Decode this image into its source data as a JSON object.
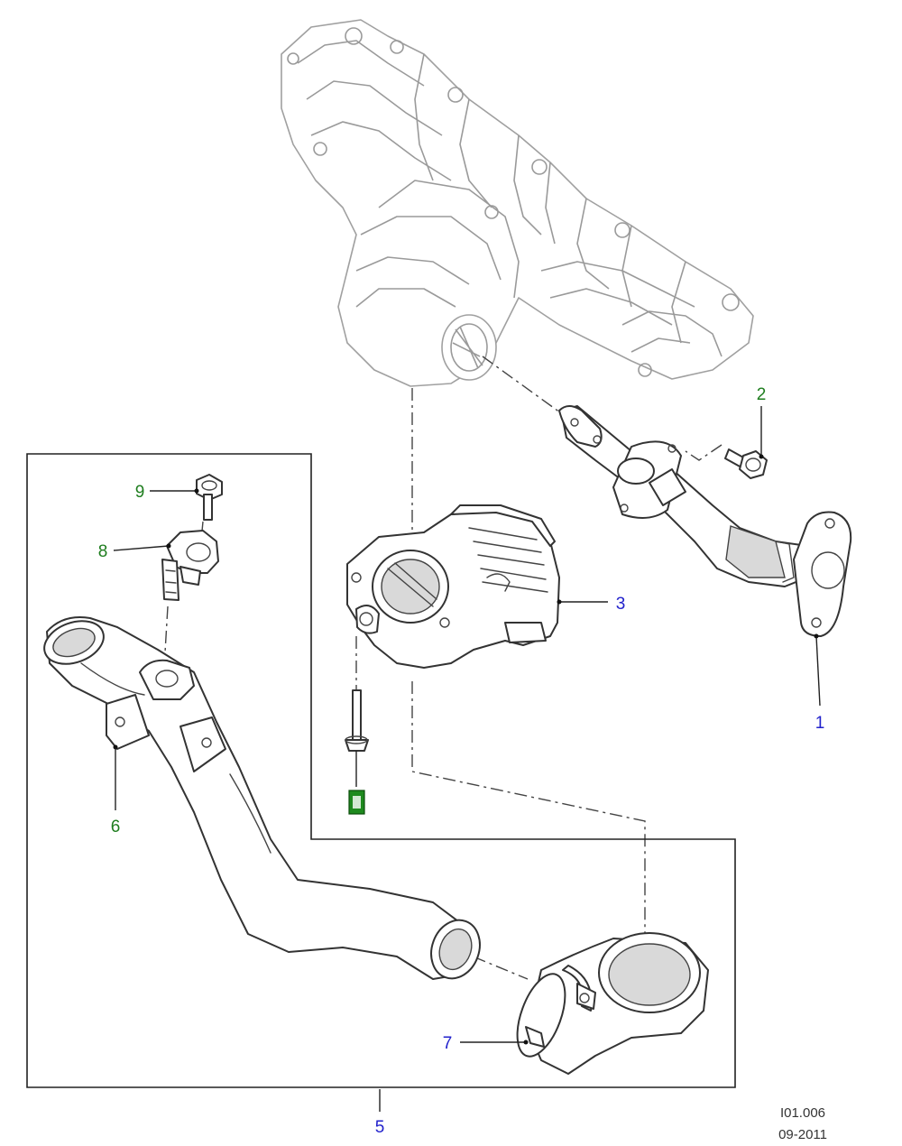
{
  "callouts": [
    {
      "id": "1",
      "color": "#2222cc"
    },
    {
      "id": "2",
      "color": "#1e7d1e"
    },
    {
      "id": "3",
      "color": "#2222cc"
    },
    {
      "id": "5",
      "color": "#2222cc"
    },
    {
      "id": "6",
      "color": "#1e7d1e"
    },
    {
      "id": "7",
      "color": "#2222cc"
    },
    {
      "id": "8",
      "color": "#1e7d1e"
    },
    {
      "id": "9",
      "color": "#1e7d1e"
    }
  ],
  "reference": {
    "code": "I01.006",
    "date": "09-2011"
  },
  "torque_icon": "torque-spec-icon"
}
